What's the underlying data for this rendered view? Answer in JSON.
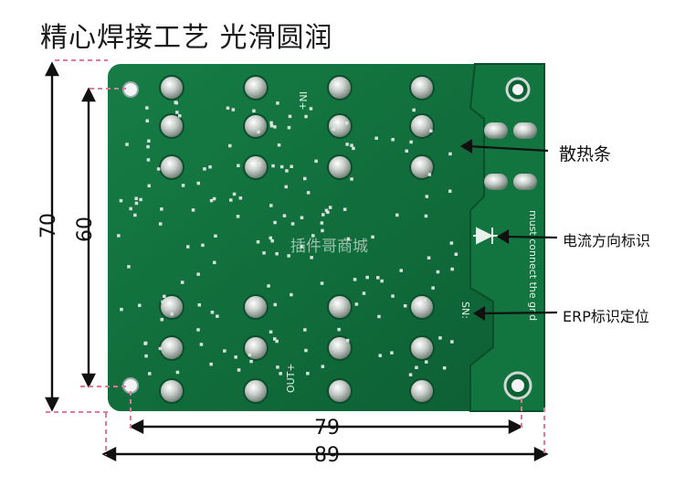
{
  "title": "精心焊接工艺 光滑圆润",
  "labels": {
    "heatsink": "散热条",
    "current_direction": "电流方向标识",
    "erp": "ERP标识定位"
  },
  "dimensions": {
    "height_outer": "70",
    "height_inner": "60",
    "width_inner": "79",
    "width_outer": "89"
  },
  "silkscreen": {
    "in_plus": "IN+",
    "out_plus": "OUT+",
    "sn": "SN:",
    "warning": "must connect the gnd"
  },
  "watermark": "插件哥商城",
  "colors": {
    "pcb_green": "#0f6a3a",
    "dim_dashed": "#e07a9a"
  }
}
